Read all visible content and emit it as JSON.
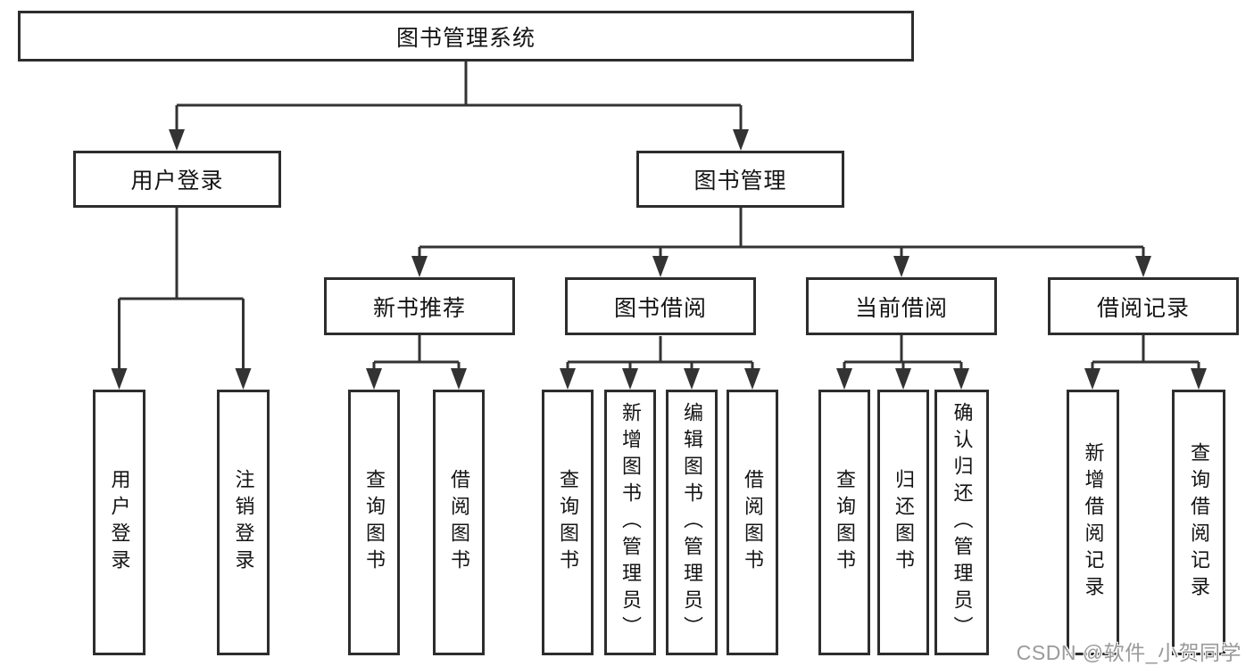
{
  "colors": {
    "line": "#333333",
    "box_border": "#2d2d2d",
    "text": "#141414",
    "background": "#ffffff",
    "watermark_gray": "#9a9a9a"
  },
  "watermark": {
    "text": "CSDN @软件_小贺同学"
  },
  "tree": {
    "label": "图书管理系统",
    "children": [
      {
        "label": "用户登录",
        "children": [
          {
            "label": "用户登录"
          },
          {
            "label": "注销登录"
          }
        ]
      },
      {
        "label": "图书管理",
        "children": [
          {
            "label": "新书推荐",
            "children": [
              {
                "label": "查询图书"
              },
              {
                "label": "借阅图书"
              }
            ]
          },
          {
            "label": "图书借阅",
            "children": [
              {
                "label": "查询图书"
              },
              {
                "label": "新增图书（管理员）"
              },
              {
                "label": "编辑图书（管理员）"
              },
              {
                "label": "借阅图书"
              }
            ]
          },
          {
            "label": "当前借阅",
            "children": [
              {
                "label": "查询图书"
              },
              {
                "label": "归还图书"
              },
              {
                "label": "确认归还（管理员）"
              }
            ]
          },
          {
            "label": "借阅记录",
            "children": [
              {
                "label": "新增借阅记录"
              },
              {
                "label": "查询借阅记录"
              }
            ]
          }
        ]
      }
    ]
  }
}
